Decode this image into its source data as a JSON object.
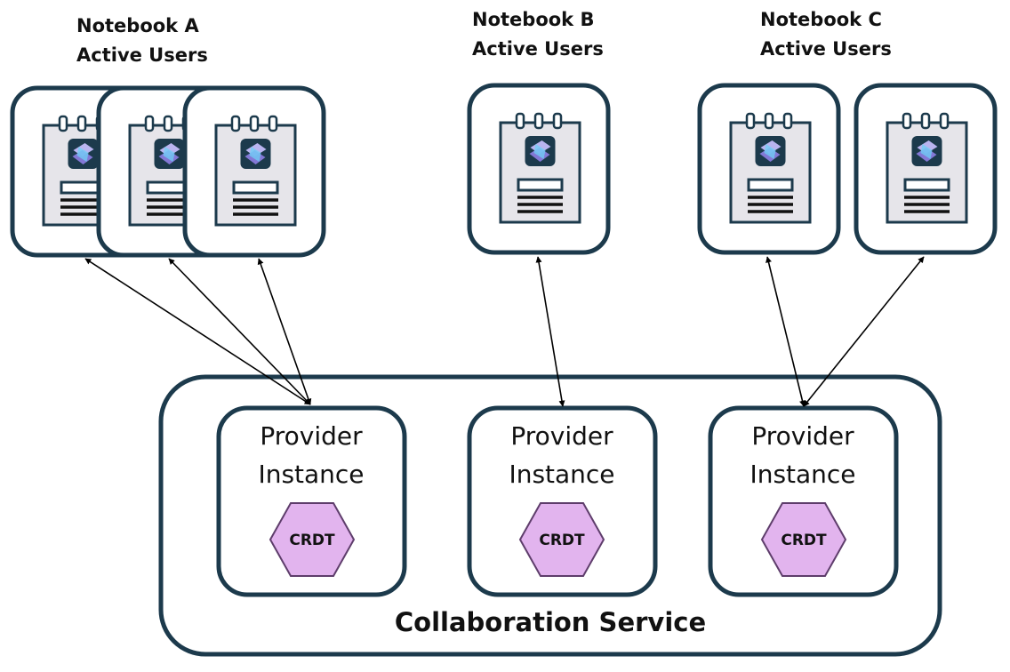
{
  "groups": [
    {
      "title_line1": "Notebook A",
      "title_line2": "Active Users",
      "users": 3
    },
    {
      "title_line1": "Notebook B",
      "title_line2": "Active Users",
      "users": 1
    },
    {
      "title_line1": "Notebook C",
      "title_line2": "Active Users",
      "users": 2
    }
  ],
  "service": {
    "title": "Collaboration Service",
    "providers": [
      {
        "line1": "Provider",
        "line2": "Instance",
        "badge": "CRDT"
      },
      {
        "line1": "Provider",
        "line2": "Instance",
        "badge": "CRDT"
      },
      {
        "line1": "Provider",
        "line2": "Instance",
        "badge": "CRDT"
      }
    ]
  },
  "colors": {
    "outline": "#1c3a4c",
    "notepad_fill": "#e6e5ea",
    "crdt_fill": "#e2b4ee",
    "crdt_stroke": "#5e3d6b",
    "arrow": "#000000"
  },
  "icons": {
    "user_card": "notebook-icon",
    "app_logo": "jupyter-logo-icon",
    "crdt": "hexagon-icon"
  }
}
